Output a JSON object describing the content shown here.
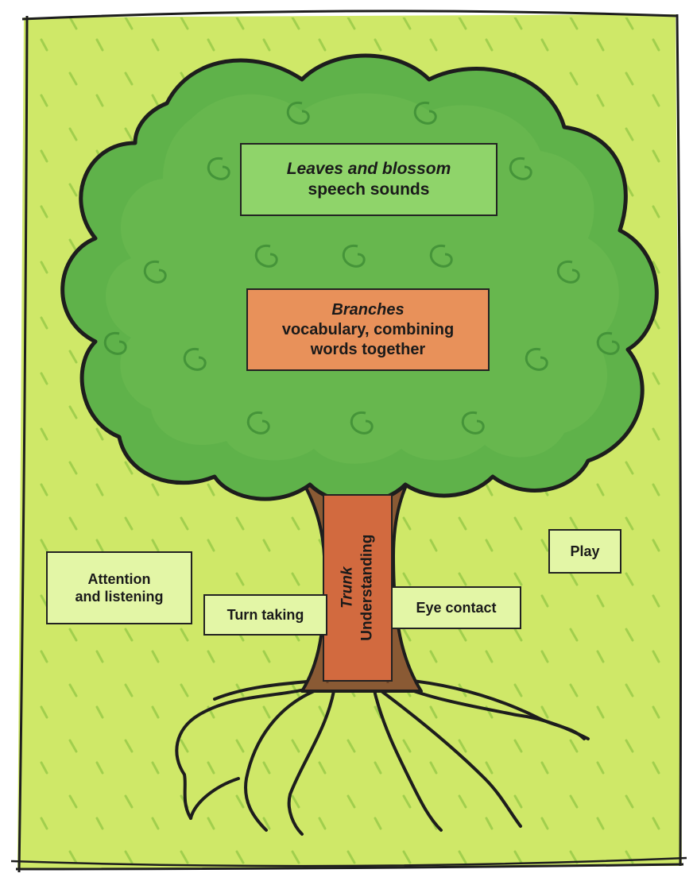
{
  "tree": {
    "leaves": {
      "title": "Leaves and blossom",
      "subtitle": "speech sounds"
    },
    "branches": {
      "title": "Branches",
      "line1": "vocabulary, combining",
      "line2": "words together"
    },
    "trunk": {
      "title": "Trunk",
      "subtitle": "Understanding"
    }
  },
  "roots": {
    "attention": {
      "line1": "Attention",
      "line2": "and listening"
    },
    "turn_taking": "Turn taking",
    "eye_contact": "Eye contact",
    "play": "Play"
  },
  "colors": {
    "background": "#cfe868",
    "foliage": "#5fb24a",
    "foliage_light": "#84c760",
    "trunk": "#8a5a34",
    "leaves_box": "#8fd46a",
    "branches_box": "#e8915a",
    "trunk_box": "#d26a3f",
    "root_box": "#e3f6a6"
  }
}
